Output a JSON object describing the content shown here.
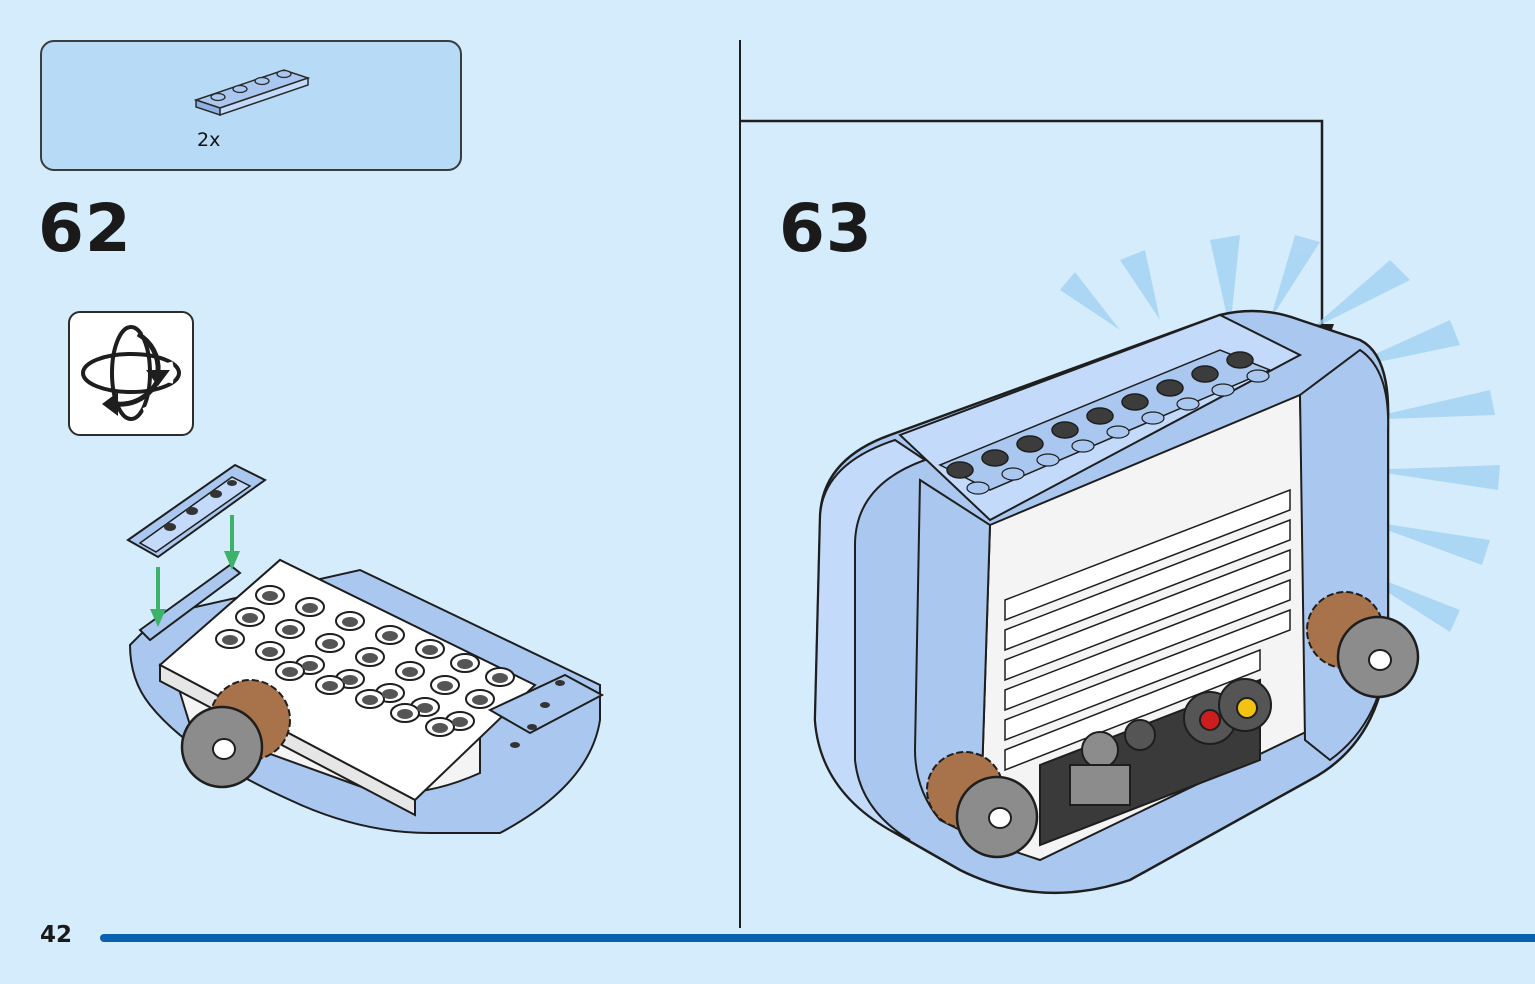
{
  "parts_callout": {
    "quantity": "2x",
    "part": "plate-1x4-light-blue"
  },
  "steps": [
    {
      "number": "62",
      "icon": "rotate-model-icon"
    },
    {
      "number": "63"
    }
  ],
  "page": {
    "number": "42"
  },
  "colors": {
    "background": "#d5ecfc",
    "callout_background": "#b7dbf6",
    "brick_light_blue": "#aac8ef",
    "brick_white": "#f4f4f4",
    "gear_brown": "#a8734a",
    "wheel_grey": "#8c8c8c",
    "arrow_green": "#3db36a",
    "page_bar_blue": "#0962ad",
    "connector_red": "#cc1e1e",
    "connector_yellow": "#f2c40f"
  }
}
